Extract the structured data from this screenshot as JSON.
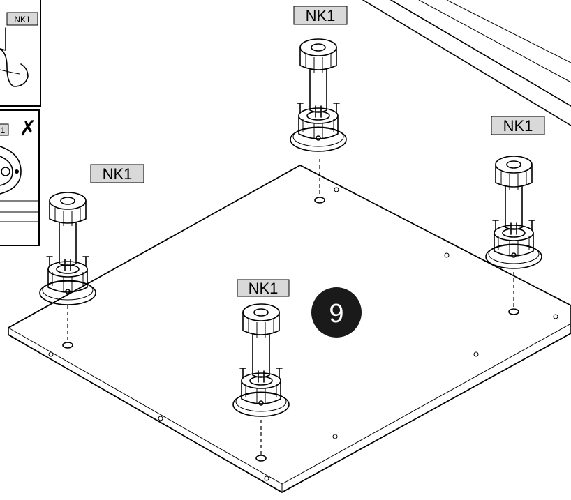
{
  "part_label": "NK1",
  "inset_label_top": "NK1",
  "inset_label_bottom": "1",
  "wrong_mark": "✗",
  "step_number": "9",
  "colors": {
    "label_bg": "#d9d9d9",
    "step_badge": "#1a1a1a",
    "hole": "#222222"
  }
}
